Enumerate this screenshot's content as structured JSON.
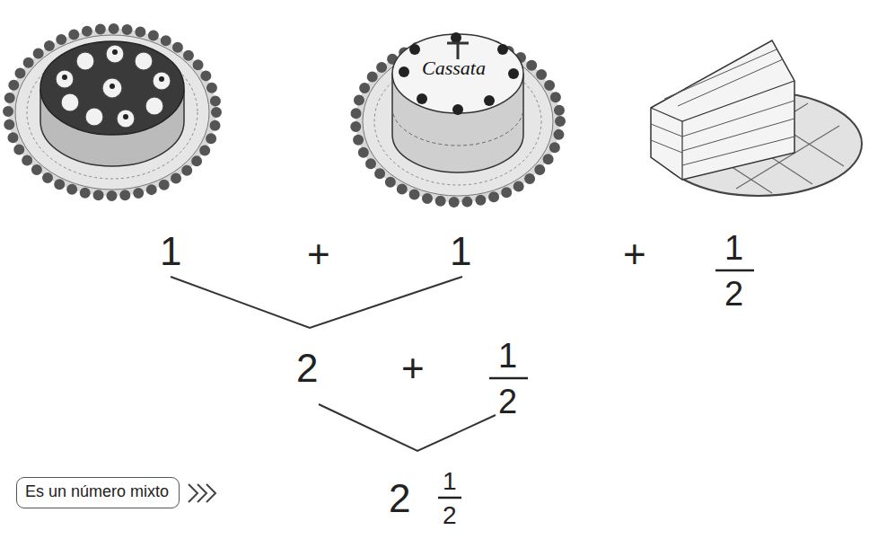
{
  "diagram": {
    "nodes": [
      {
        "text": [
          "Es un número mixto"
        ]
      }
    ],
    "labels": [
      "Cassata",
      "1",
      "+",
      "1",
      "+",
      "1",
      "2",
      "2",
      "+",
      "1",
      "2",
      "2",
      "1",
      "2"
    ]
  }
}
